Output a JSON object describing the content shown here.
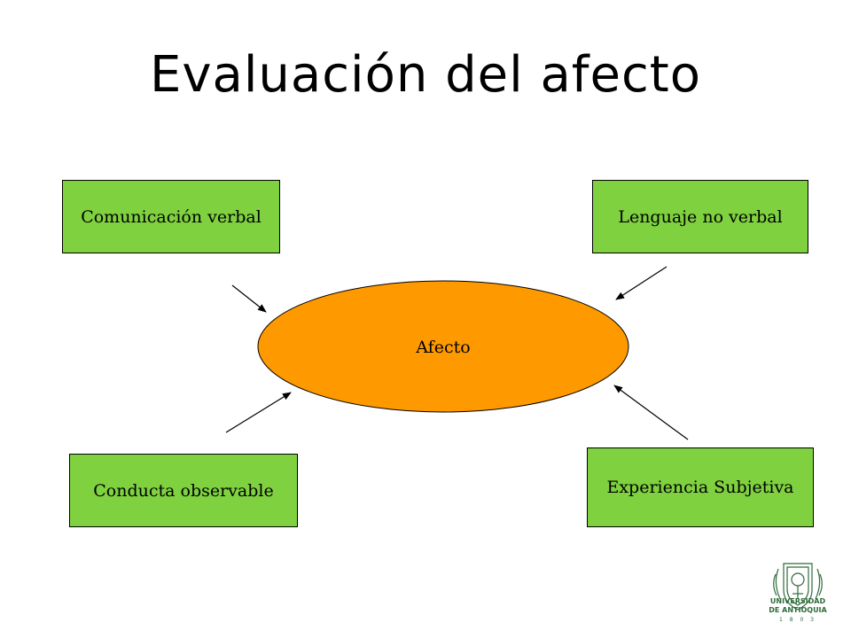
{
  "title": "Evaluación del afecto",
  "center": {
    "label": "Afecto",
    "fill": "#ff9900"
  },
  "nodes": {
    "top_left": "Comunicación verbal",
    "top_right": "Lenguaje no verbal",
    "bottom_left": "Conducta observable",
    "bottom_right": "Experiencia Subjetiva"
  },
  "colors": {
    "box_fill": "#7fd140",
    "ellipse_fill": "#ff9900",
    "logo": "#2e6b3a"
  },
  "logo": {
    "line1": "UNIVERSIDAD",
    "line2": "DE ANTIOQUIA",
    "line3": "1 8 0 3",
    "icon": "university-crest-icon"
  }
}
